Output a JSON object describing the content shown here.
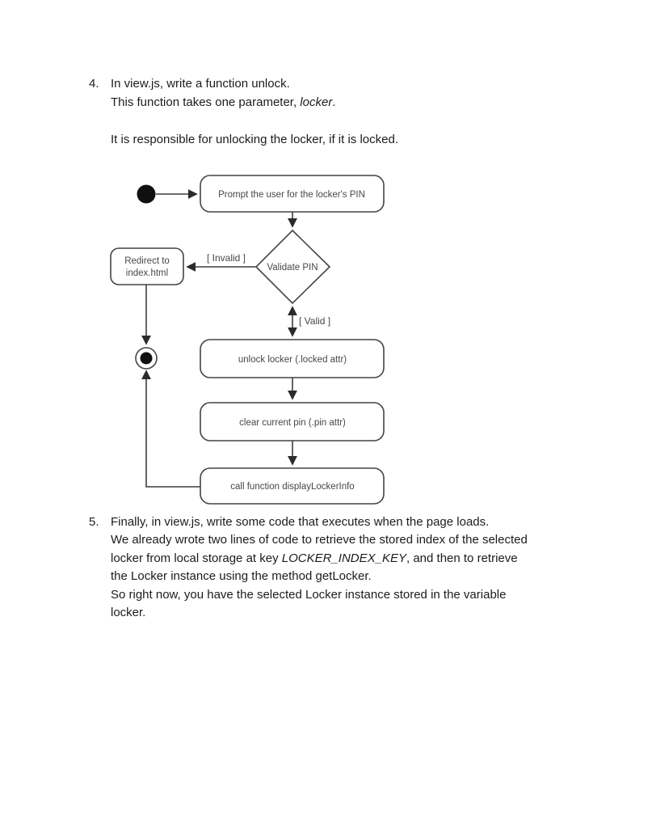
{
  "item4": {
    "number": "4.",
    "line1": "In view.js, write a function unlock.",
    "line2_pre": "This function takes one parameter, ",
    "line2_italic": "locker",
    "line2_post": ".",
    "line3": "It is responsible for unlocking the locker, if it is locked."
  },
  "diagram": {
    "prompt_label": "Prompt the user for the locker's PIN",
    "decision_label": "Validate PIN",
    "invalid_guard": "[ Invalid ]",
    "valid_guard": "[ Valid ]",
    "redirect_line1": "Redirect to",
    "redirect_line2": "index.html",
    "unlock_label": "unlock locker (.locked attr)",
    "clear_label": "clear current pin (.pin attr)",
    "call_label": "call function displayLockerInfo"
  },
  "item5": {
    "number": "5.",
    "line1": "Finally, in view.js, write some code that executes when the page loads.",
    "line2": "We already wrote two lines of code to retrieve the stored index of the selected",
    "line3_pre": "locker from local storage at key ",
    "line3_italic": "LOCKER_INDEX_KEY",
    "line3_post": ", and then to retrieve",
    "line4": "the Locker instance using the method getLocker.",
    "line5": "So right now, you have the selected Locker instance stored in the variable",
    "line6": "locker."
  }
}
